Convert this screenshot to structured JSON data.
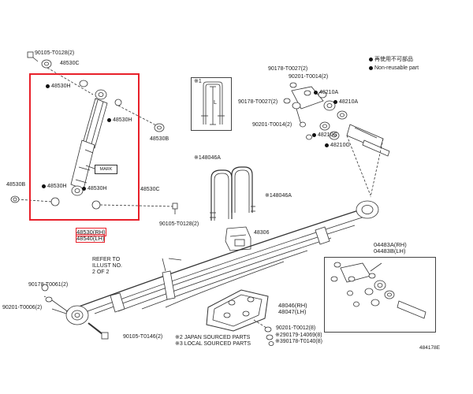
{
  "legend": {
    "non_reusable_jp": "再使用不可部品",
    "non_reusable_en": "Non-reusable part"
  },
  "shock": {
    "p_90105_T0128_top": "90105-T0128(2)",
    "p_48530C_top": "48530C",
    "p_48530H_1": "48530H",
    "p_48530H_2": "48530H",
    "p_48530B_right": "48530B",
    "mark": "MARK",
    "p_48530B_left": "48530B",
    "p_48530H_3": "48530H",
    "p_48530H_4": "48530H",
    "p_48530C_bottom": "48530C",
    "p_90105_T0128_bottom": "90105-T0128(2)",
    "p_48530_RH": "48530(RH)",
    "p_48540_LH": "48540(LH)"
  },
  "inset": {
    "marker": "※1",
    "dim_label": "L"
  },
  "shackle": {
    "p_90178_T0027_a": "90178-T0027(2)",
    "p_90201_T0014_a": "90201-T0014(2)",
    "p_90178_T0027_b": "90178-T0027(2)",
    "p_90201_T0014_b": "90201-T0014(2)",
    "p_48210A_1": "48210A",
    "p_48210A_2": "48210A",
    "p_48210G_1": "48210G",
    "p_48210G_2": "48210G"
  },
  "ubolt": {
    "p_48046A_1": "※148046A",
    "p_48046A_2": "※148046A",
    "p_48306": "48306"
  },
  "spring": {
    "refer_1": "REFER TO",
    "refer_2": "ILLUST NO.",
    "refer_3": "2 OF 2",
    "p_90178_T0061": "90178-T0061(2)",
    "p_90201_T0006": "90201-T0006(2)",
    "p_90105_T0146": "90105-T0146(2)"
  },
  "seat": {
    "p_48046_RH": "48046(RH)",
    "p_48047_LH": "48047(LH)",
    "p_90201_T0012": "90201-T0012(8)",
    "p_90179_14069": "※290179-14069(8)",
    "p_90178_T0140": "※390178-T0140(8)"
  },
  "notes": {
    "japan": "※2 JAPAN SOURCED PARTS",
    "local": "※3 LOCAL SOURCED PARTS"
  },
  "box_right": {
    "p_04483A_RH": "04483A(RH)",
    "p_04483B_LH": "04483B(LH)"
  },
  "figure_id": "484178E"
}
